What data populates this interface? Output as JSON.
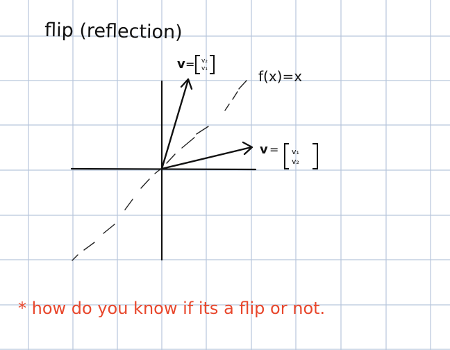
{
  "title": "flip (reflection)",
  "line_label": "f(x)=x",
  "vector_upper": {
    "name": "v",
    "eq": "=",
    "top": "v₂",
    "bottom": "v₁"
  },
  "vector_lower": {
    "name": "v",
    "eq": "=",
    "top": "v₁",
    "bottom": "v₂"
  },
  "note": "* how do you know if its a flip or not.",
  "colors": {
    "ink": "#111111",
    "note": "#e8472c",
    "grid": "#b7c6dc"
  }
}
